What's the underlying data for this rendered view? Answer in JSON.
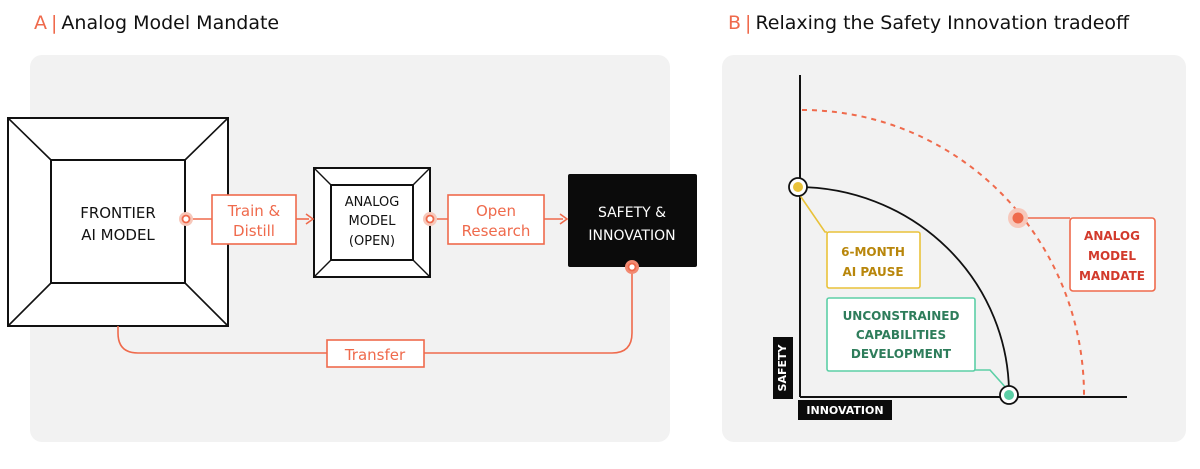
{
  "panel_a": {
    "letter": "A",
    "title": "Analog Model Mandate",
    "frontier": [
      "FRONTIER",
      "AI MODEL"
    ],
    "train_distill": [
      "Train &",
      "Distill"
    ],
    "analog": [
      "ANALOG",
      "MODEL",
      "(OPEN)"
    ],
    "open_research": [
      "Open",
      "Research"
    ],
    "safety_innovation": [
      "SAFETY &",
      "INNOVATION"
    ],
    "transfer": "Transfer"
  },
  "panel_b": {
    "letter": "B",
    "title": "Relaxing the Safety Innovation tradeoff",
    "y_axis_label": "SAFETY",
    "x_axis_label": "INNOVATION",
    "pause": [
      "6-MONTH",
      "AI PAUSE"
    ],
    "unconstrained": [
      "UNCONSTRAINED",
      "CAPABILITIES",
      "DEVELOPMENT"
    ],
    "mandate": [
      "ANALOG",
      "MODEL",
      "MANDATE"
    ]
  },
  "colors": {
    "accent": "#ef6a4c",
    "mandate_text": "#d23a2c",
    "pause": "#e9c23a",
    "pause_text": "#b8860b",
    "green": "#5ccfa6",
    "green_text": "#2e7d5b",
    "panel_bg": "#f2f2f2"
  }
}
